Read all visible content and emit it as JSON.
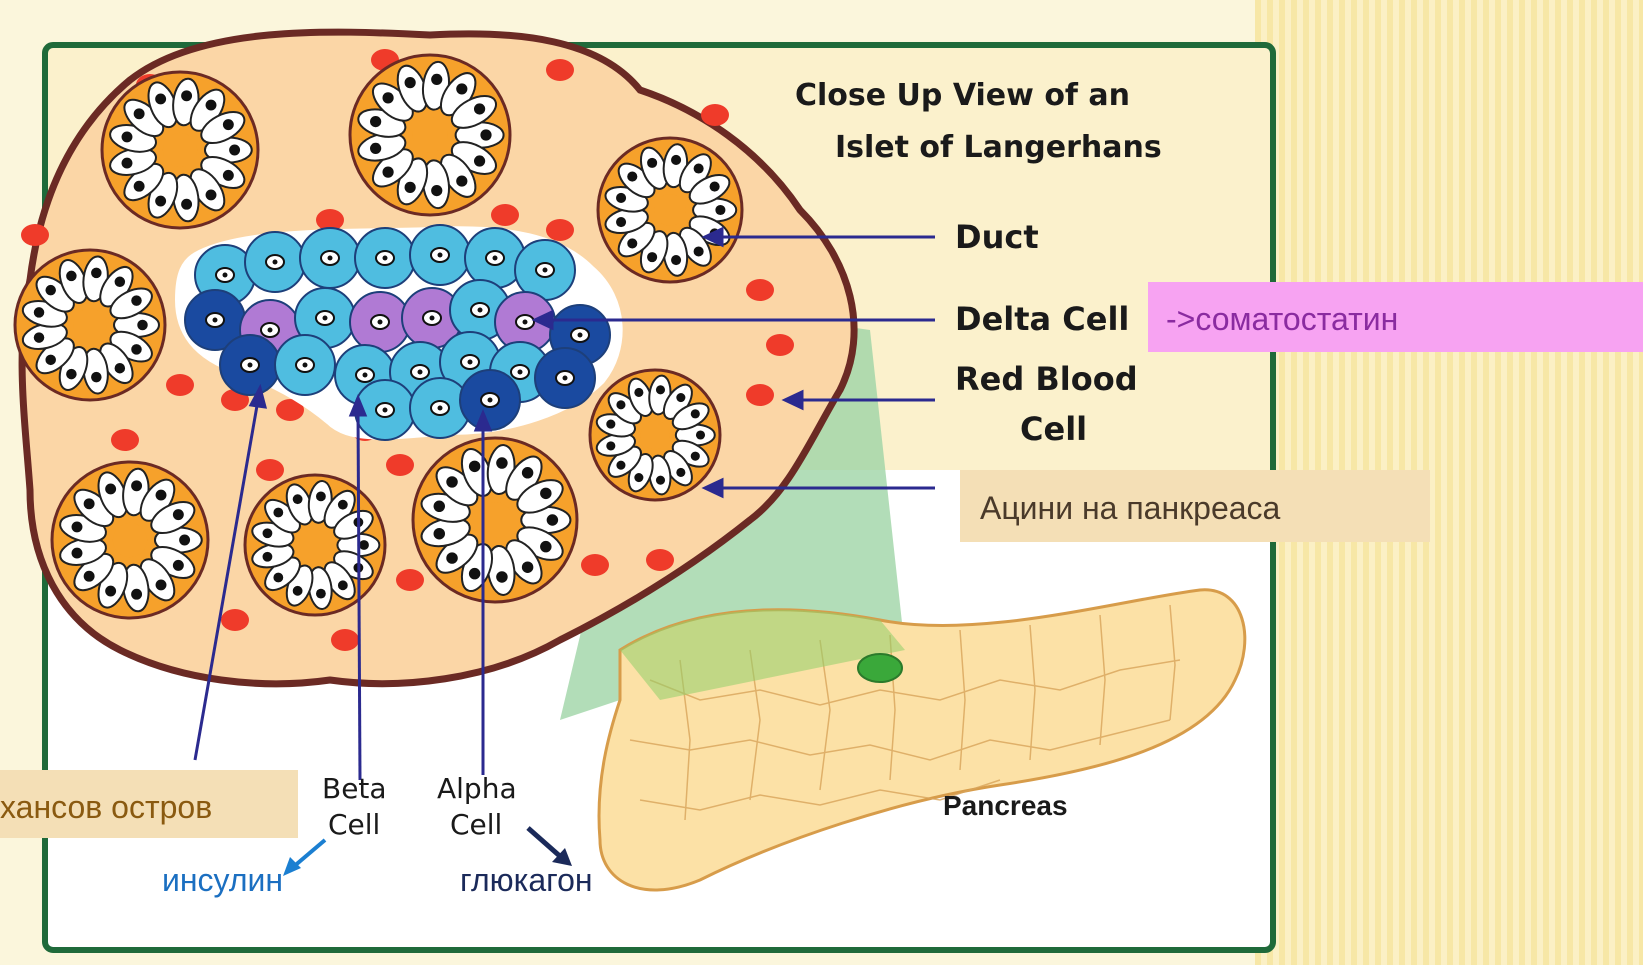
{
  "colors": {
    "frame": "#1f6a3a",
    "islet_outline": "#6b2a24",
    "islet_fill": "#fbd6a6",
    "acinus": "#f6a12b",
    "red_blood": "#ef3b2a",
    "beta": "#4fbde0",
    "alpha": "#1a4aa0",
    "delta": "#b07ad4",
    "pink_box": "#f7a3f2",
    "tan_box": "#f4dfb6",
    "arrow": "#2b2a8f"
  },
  "title": {
    "line1": "Close Up View of an",
    "line2": "Islet of Langerhans"
  },
  "labels": {
    "duct": "Duct",
    "delta_cell": "Delta Cell",
    "red_blood_1": "Red Blood",
    "red_blood_2": "Cell",
    "beta_1": "Beta",
    "beta_2": "Cell",
    "alpha_1": "Alpha",
    "alpha_2": "Cell",
    "pancreas": "Pancreas"
  },
  "annotations": {
    "somatostatin": "->соматостатин",
    "acini": "Ацини на панкреаса",
    "islet": "хансов остров",
    "insulin": "инсулин",
    "glucagon": "глюкагон"
  }
}
